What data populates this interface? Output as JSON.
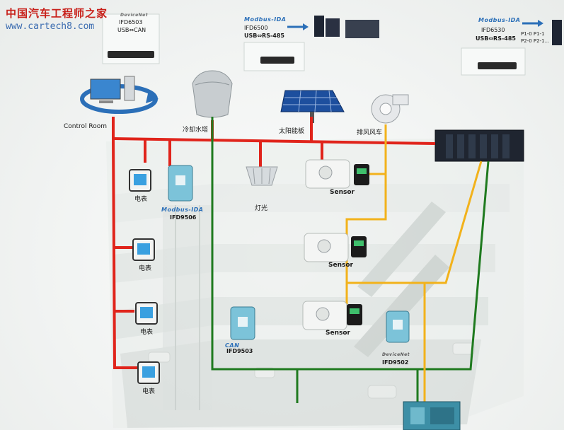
{
  "watermark": {
    "title": "中国汽车工程师之家",
    "url": "www.cartech8.com"
  },
  "converters": [
    {
      "model": "IFD6503",
      "brand": "DeviceNet",
      "ports": "USB⇔CAN"
    },
    {
      "model": "IFD6500",
      "brand": "Modbus-IDA",
      "ports": "USB⇔RS-485"
    },
    {
      "model": "IFD6530",
      "brand": "Modbus-IDA",
      "ports": "USB⇔RS-485",
      "extra1": "P1-0  P1-1",
      "extra2": "P2-0  P2-1..."
    }
  ],
  "top_devices": {
    "control_room": "Control Room",
    "cooling_tower": "冷却水塔",
    "solar": "太阳能板",
    "exhaust_fan": "排风风车"
  },
  "meters": [
    "电表",
    "电表",
    "电表",
    "电表"
  ],
  "lighting": "灯光",
  "sensors": [
    "Sensor",
    "Sensor",
    "Sensor"
  ],
  "modules": [
    {
      "model": "IFD9506",
      "brand": "Modbus-IDA"
    },
    {
      "model": "IFD9503",
      "brand": "CAN"
    },
    {
      "model": "IFD9502",
      "brand": "DeviceNet"
    }
  ],
  "colors": {
    "red_bus": "#e0241b",
    "green_bus": "#1f7a1f",
    "yellow_bus": "#f2b21b"
  }
}
